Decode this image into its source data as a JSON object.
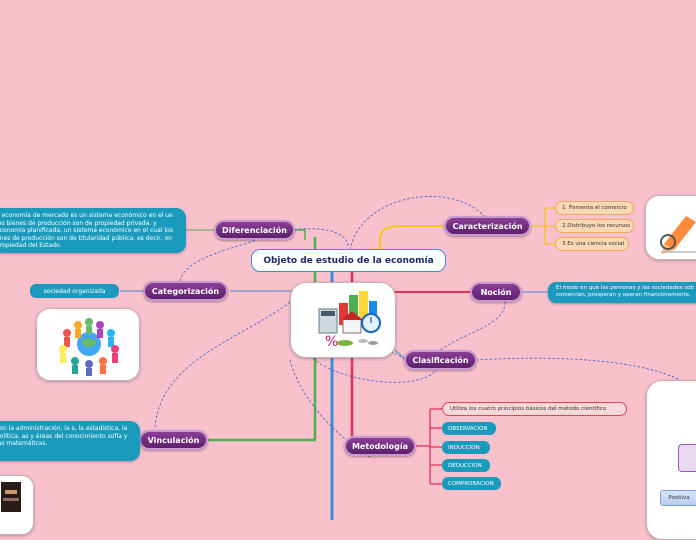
{
  "central": {
    "title": "Objeto de estudio de la economía"
  },
  "nodes": {
    "diferenciacion": "Diferenciación",
    "caracterizacion": "Caracterización",
    "categorizacion": "Categorización",
    "nocion": "Noción",
    "clasificacion": "Clasificación",
    "vinculacion": "Vinculación",
    "metodologia": "Metodología"
  },
  "notes": {
    "diferenciacion": "a economía de mercado es un sistema económico en el ue los bienes de producción son de propiedad privada. y economía planificada, un sistema económico en el cual los ones de producción son de titularidad pública, es decir, on propiedad del Estado.",
    "categorizacion": "sociedad organizada",
    "nocion": "El modo en que las personas y las sociedades sob comercian, prosperan y operan financieramente.",
    "vinculacion": "con la administración, la s, la estadística, la política, as y áreas del conocimiento sofía y las matemáticas."
  },
  "caracterizacion_items": [
    "1. Fomenta el comercio",
    "2.Distribuye los recursos",
    "3.Es una ciencia social"
  ],
  "metodologia": {
    "principle": "Utiliza los cuatro principios básicos del método científico",
    "steps": [
      "OBSERVACION",
      "INDUCCION",
      "DEDUCCION",
      "COMPROBACION"
    ]
  },
  "right_panel": {
    "label": "Positiva"
  },
  "colors": {
    "background": "#f9c1cc",
    "node": "#6c2a7c",
    "teal": "#1a9bbd",
    "peach": "#fbd8b6",
    "green_branch": "#4caf50",
    "blue_branch": "#3b8ed6",
    "red_branch": "#e0315a",
    "yellow_branch": "#f5c518"
  },
  "icons": [
    "economy-clipart-icon",
    "people-globe-icon",
    "graph-pencil-icon",
    "money-dark-icon"
  ]
}
